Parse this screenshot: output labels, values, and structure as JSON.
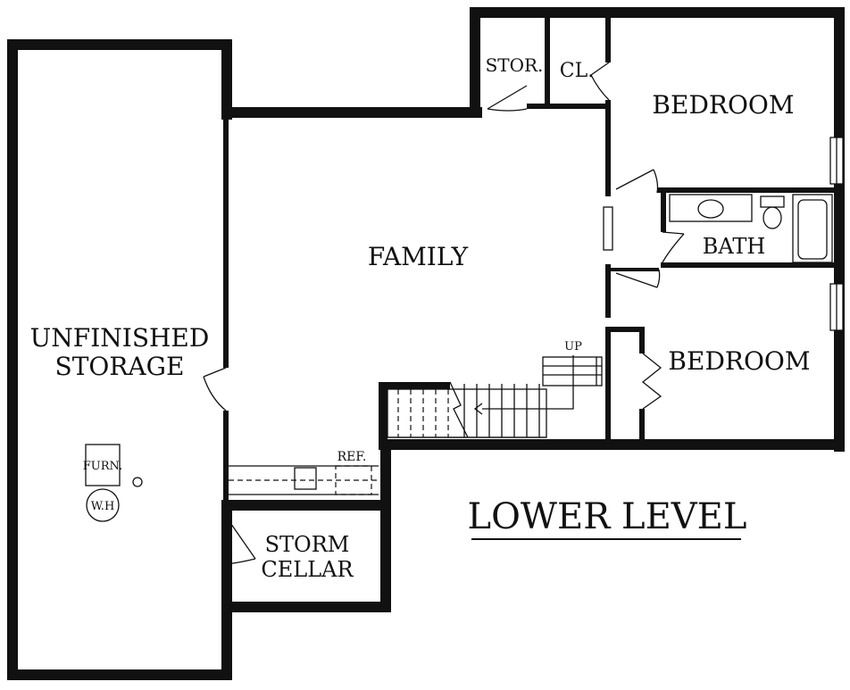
{
  "floor_plan": {
    "title": "LOWER LEVEL",
    "rooms": {
      "unfinished_storage": [
        "UNFINISHED",
        "STORAGE"
      ],
      "family": "FAMILY",
      "storage_closet": "STOR.",
      "closet": "CL.",
      "bedroom_upper": "BEDROOM",
      "bath": "BATH",
      "bedroom_lower": "BEDROOM",
      "storm_cellar": [
        "STORM",
        "CELLAR"
      ]
    },
    "fixtures": {
      "furnace": "FURN.",
      "water_heater": "W.H",
      "refrigerator": "REF.",
      "stairs_direction": "UP"
    }
  }
}
